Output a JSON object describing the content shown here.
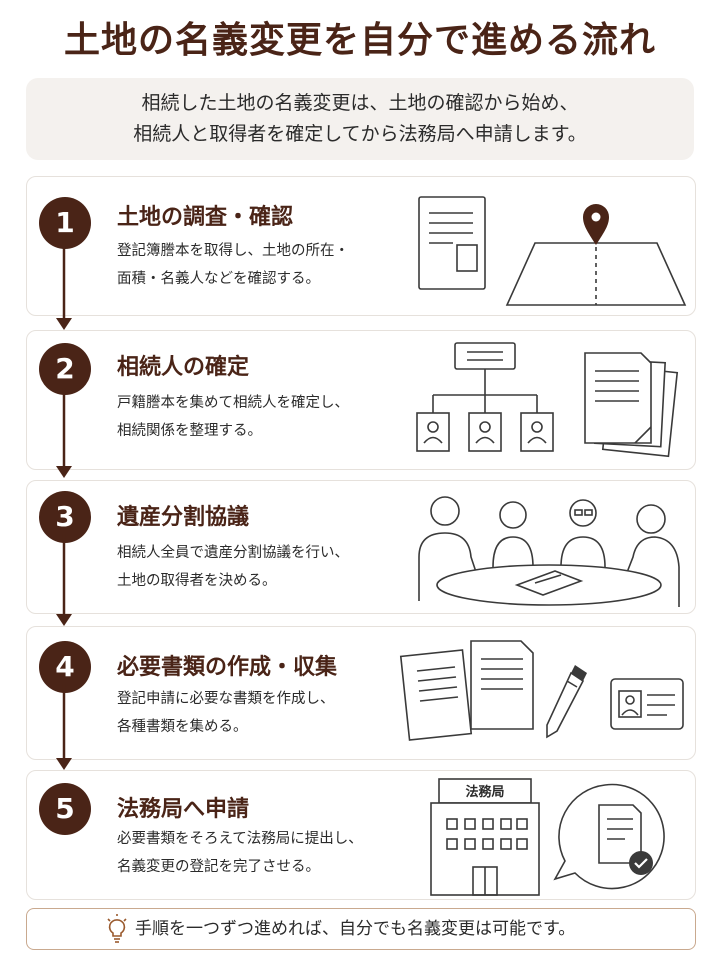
{
  "header": {
    "title": "土地の名義変更を自分で進める流れ",
    "intro_line1": "相続した土地の名義変更は、土地の確認から始め、",
    "intro_line2": "相続人と取得者を確定してから法務局へ申請します。"
  },
  "steps": [
    {
      "number": "1",
      "title": "土地の調査・確認",
      "desc_line1": "登記簿謄本を取得し、土地の所在・",
      "desc_line2": "面積・名義人などを確認する。"
    },
    {
      "number": "2",
      "title": "相続人の確定",
      "desc_line1": "戸籍謄本を集めて相続人を確定し、",
      "desc_line2": "相続関係を整理する。"
    },
    {
      "number": "3",
      "title": "遺産分割協議",
      "desc_line1": "相続人全員で遺産分割協議を行い、",
      "desc_line2": "土地の取得者を決める。"
    },
    {
      "number": "4",
      "title": "必要書類の作成・収集",
      "desc_line1": "登記申請に必要な書類を作成し、",
      "desc_line2": "各種書類を集める。"
    },
    {
      "number": "5",
      "title": "法務局へ申請",
      "desc_line1": "必要書類をそろえて法務局に提出し、",
      "desc_line2": "名義変更の登記を完了させる。"
    }
  ],
  "illustrations": {
    "building_sign": "法務局"
  },
  "footer": {
    "icon": "lightbulb-icon",
    "text": "手順を一つずつ進めれば、自分でも名義変更は可能です。"
  },
  "colors": {
    "accent": "#4a2417",
    "card_border": "#e6e1dc",
    "intro_bg": "#f4f1ee",
    "footer_border": "#c9a98f"
  }
}
